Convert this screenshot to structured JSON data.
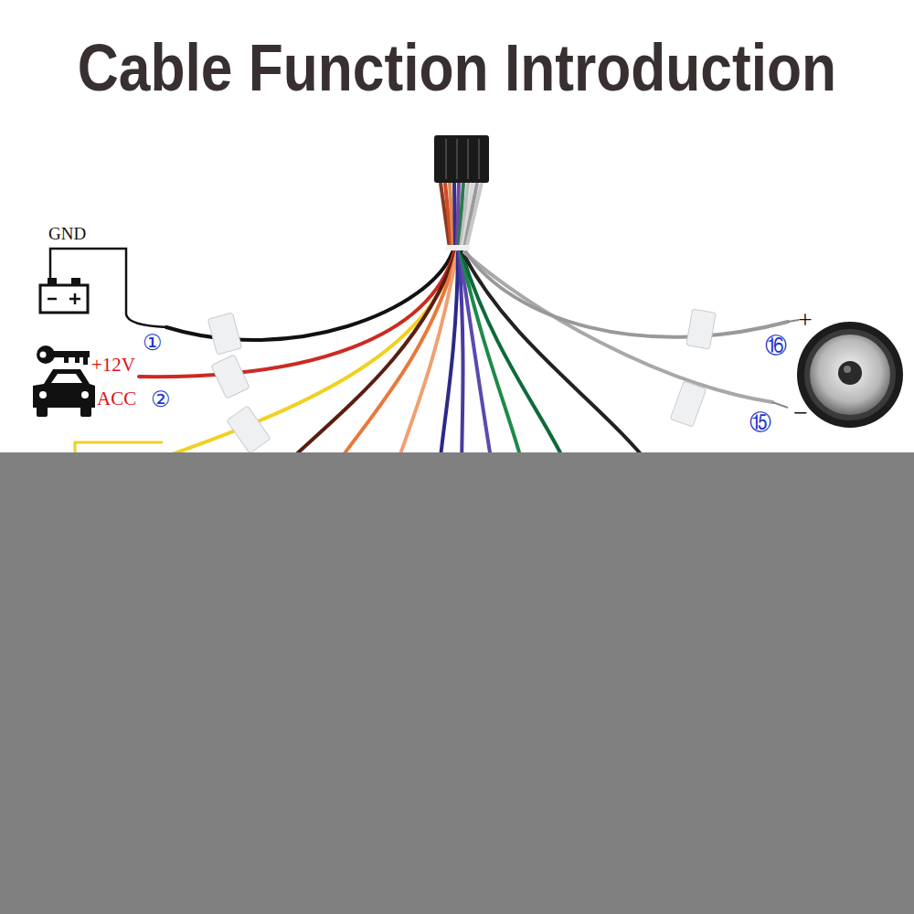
{
  "diagram": {
    "title": "Cable Function Introduction",
    "labels": [
      "GND",
      "+12V",
      "ACC",
      "①",
      "②",
      "⑯",
      "⑮",
      "+",
      "−"
    ]
  }
}
